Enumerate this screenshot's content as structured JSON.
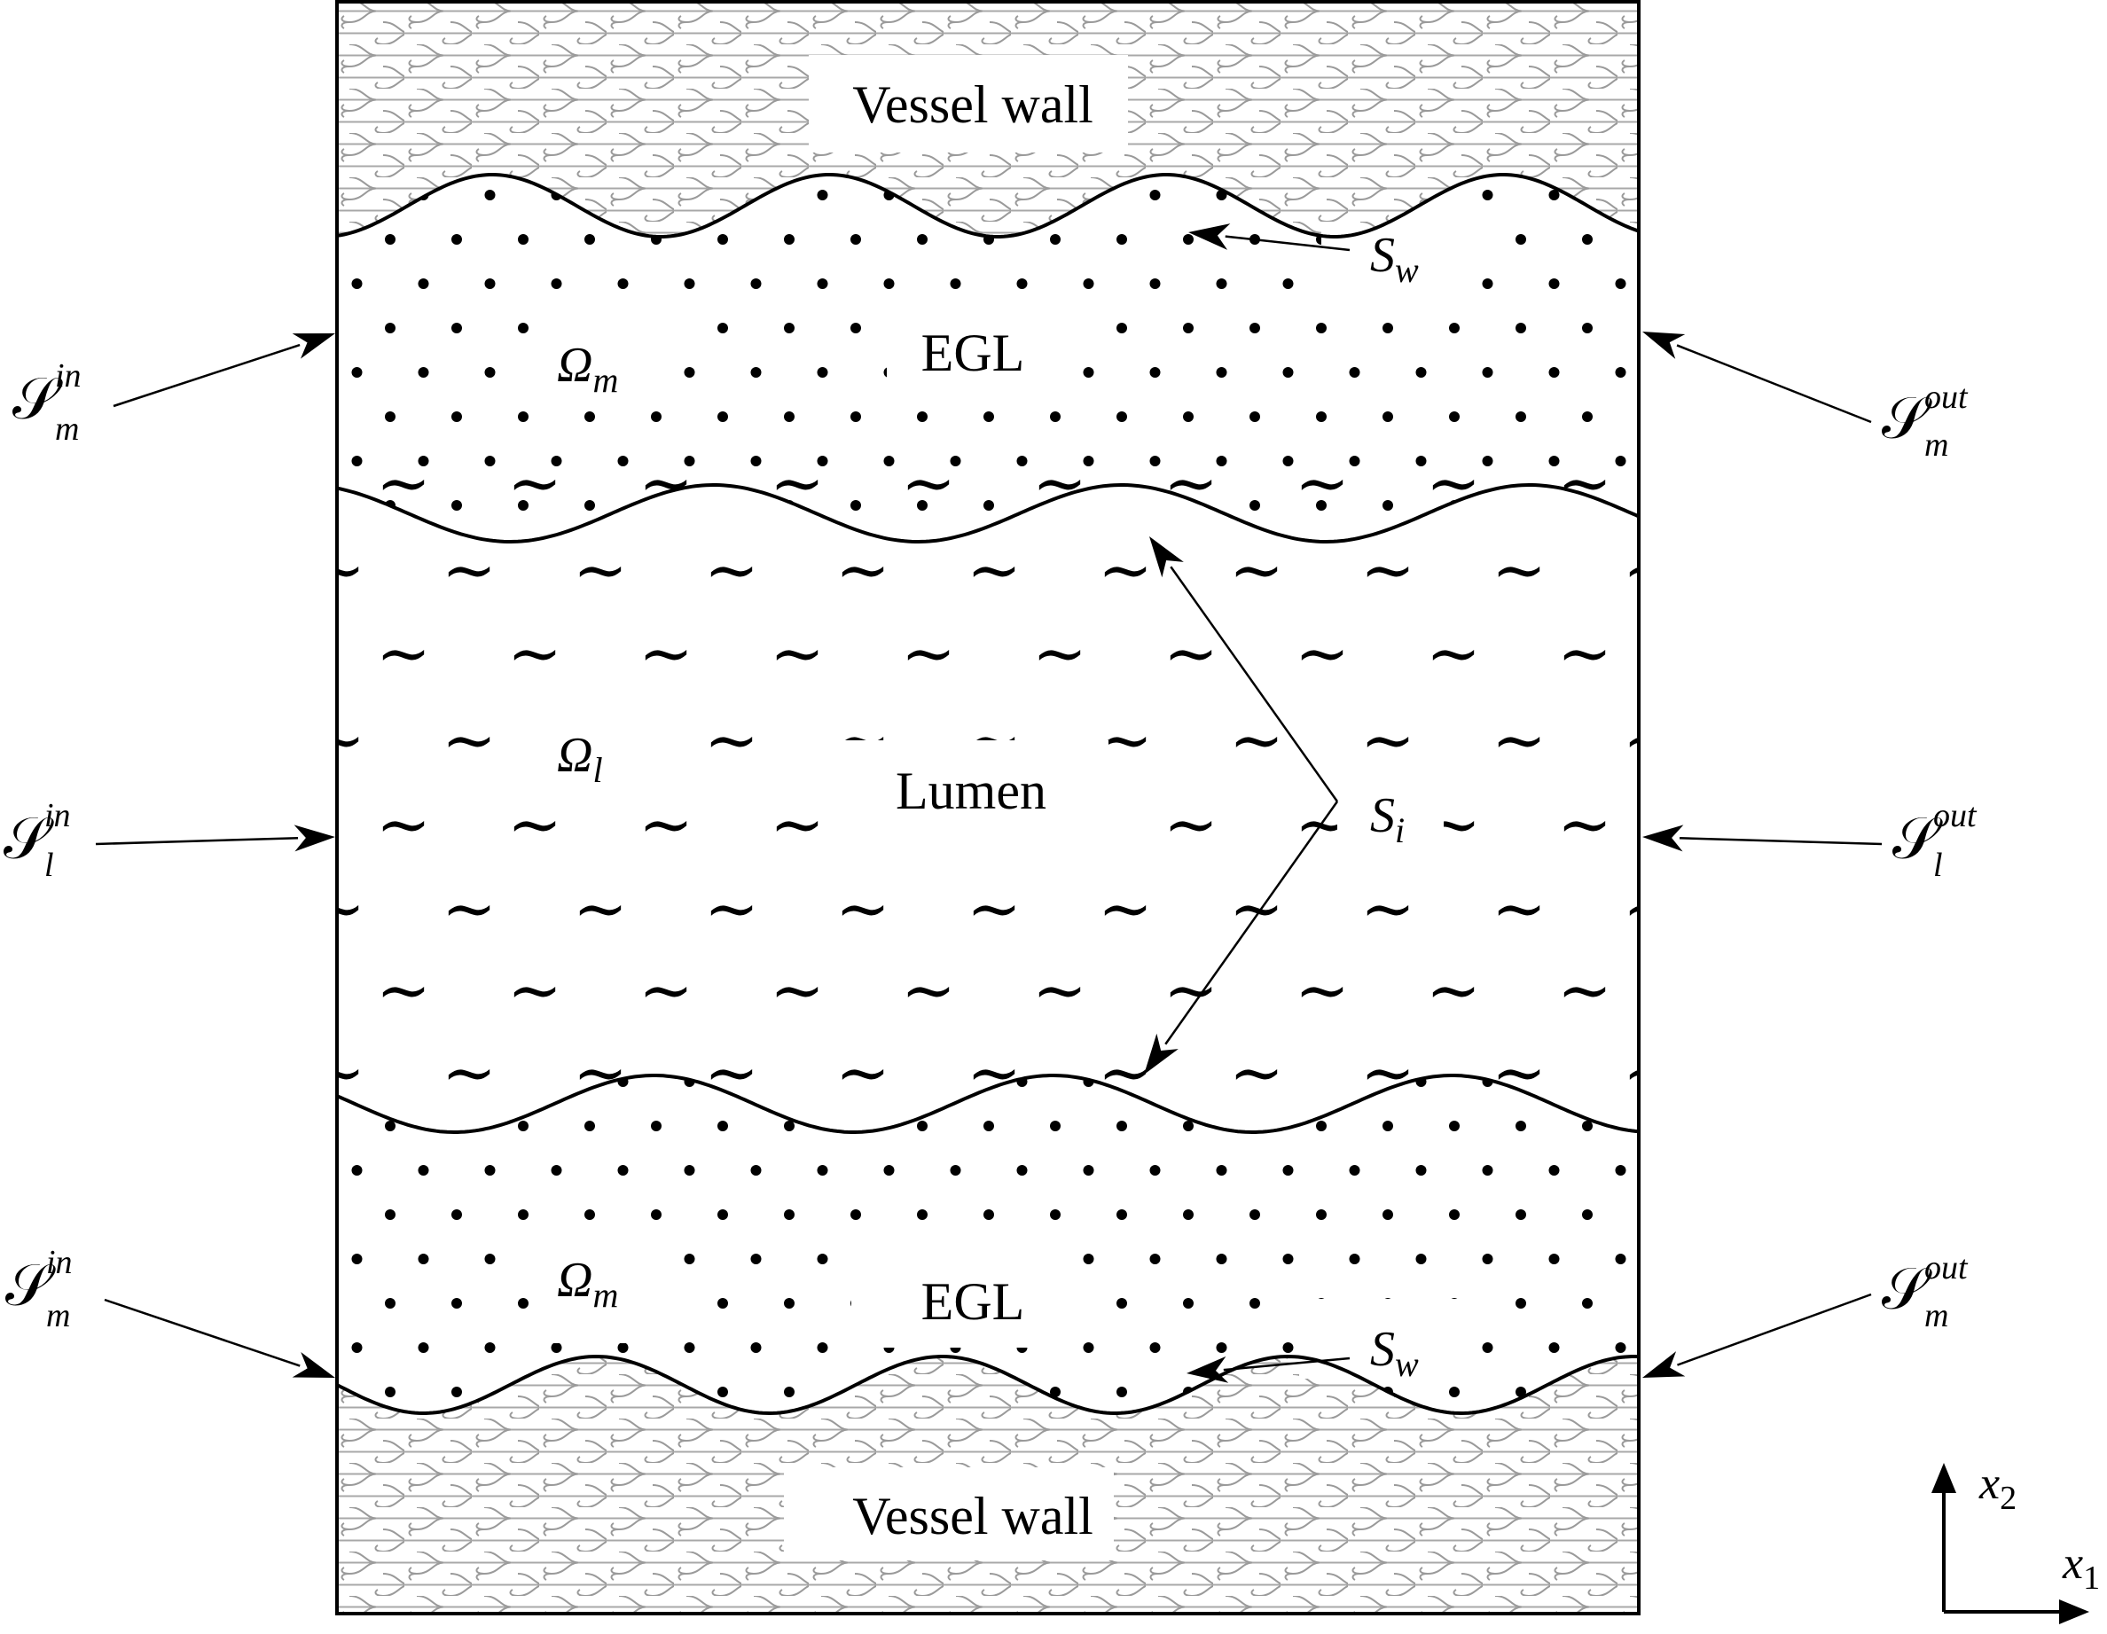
{
  "regions": {
    "vessel_wall_top": "Vessel wall",
    "vessel_wall_bottom": "Vessel wall",
    "egl_top": "EGL",
    "egl_bottom": "EGL",
    "lumen": "Lumen"
  },
  "domains": {
    "omega_m_top": {
      "base": "Ω",
      "sub": "m"
    },
    "omega_l": {
      "base": "Ω",
      "sub": "l"
    },
    "omega_m_bottom": {
      "base": "Ω",
      "sub": "m"
    }
  },
  "boundaries": {
    "s_w_top": {
      "base": "S",
      "sub": "w"
    },
    "s_i": {
      "base": "S",
      "sub": "i"
    },
    "s_w_bottom": {
      "base": "S",
      "sub": "w"
    },
    "s_m_in_top": {
      "base": "𝒮",
      "sup": "in",
      "sub": "m"
    },
    "s_m_out_top": {
      "base": "𝒮",
      "sup": "out",
      "sub": "m"
    },
    "s_l_in": {
      "base": "𝒮",
      "sup": "in",
      "sub": "l"
    },
    "s_l_out": {
      "base": "𝒮",
      "sup": "out",
      "sub": "l"
    },
    "s_m_in_bottom": {
      "base": "𝒮",
      "sup": "in",
      "sub": "m"
    },
    "s_m_out_bottom": {
      "base": "𝒮",
      "sup": "out",
      "sub": "m"
    }
  },
  "axes": {
    "x1": {
      "base": "x",
      "sub": "1"
    },
    "x2": {
      "base": "x",
      "sub": "2"
    }
  },
  "tilde_glyph": "~",
  "colors": {
    "line": "#000000",
    "wall_pattern": "#9a9a9a",
    "background": "#ffffff"
  }
}
